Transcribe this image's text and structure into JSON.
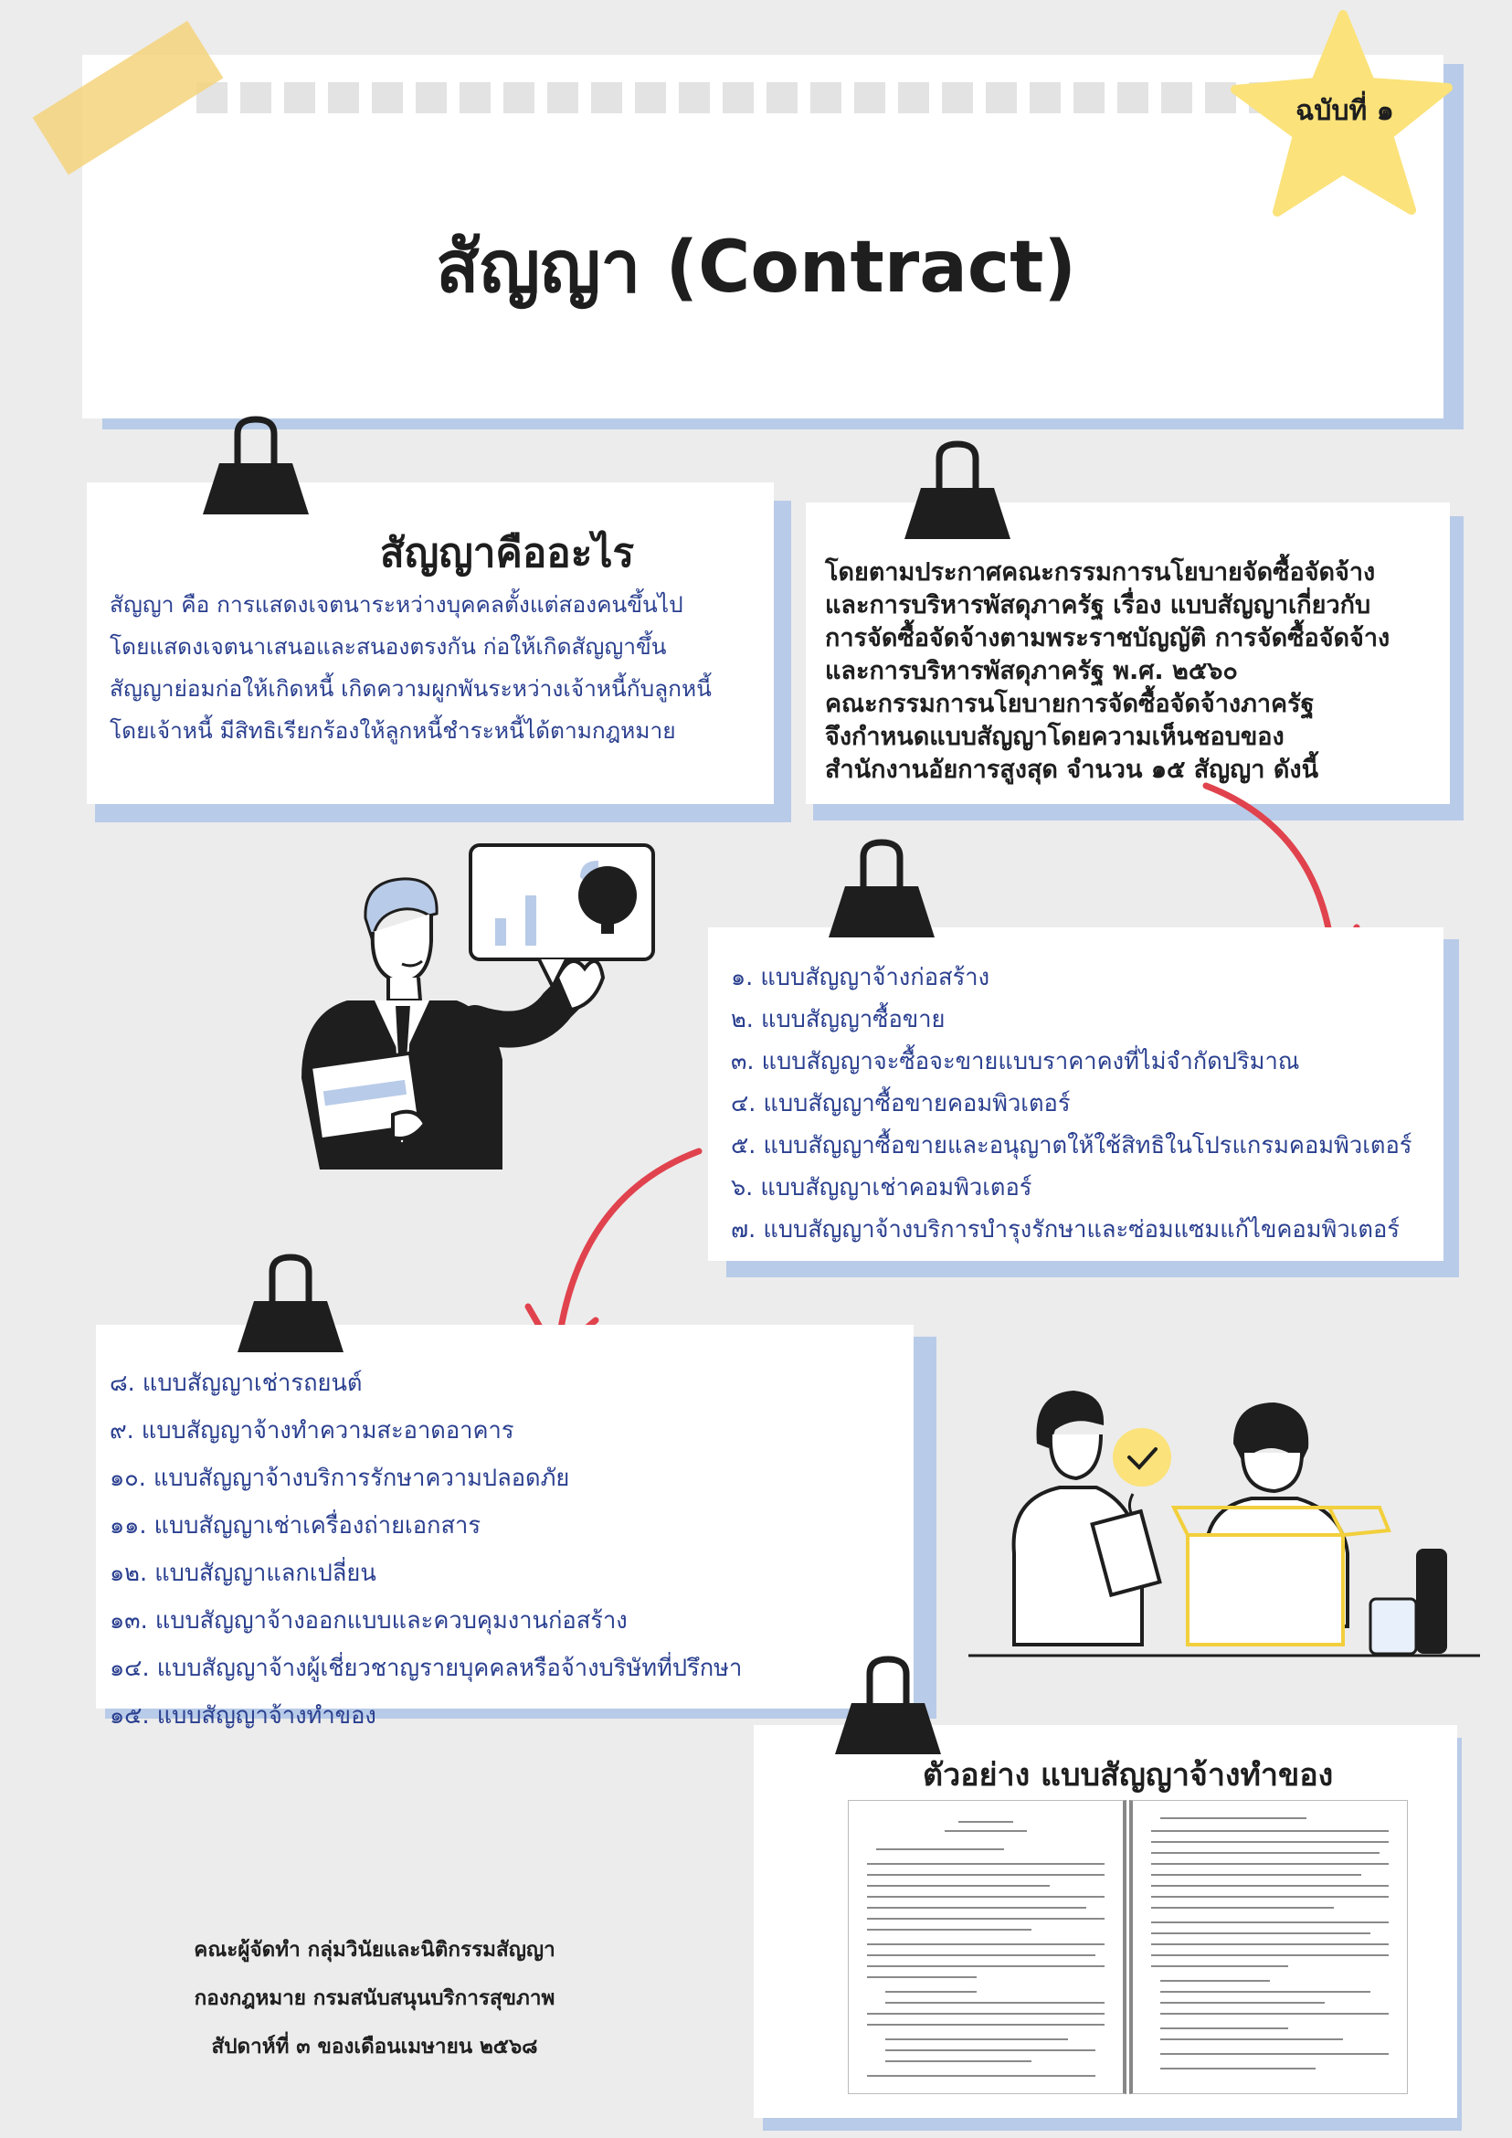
{
  "header": {
    "issue_badge": "ฉบับที่ ๑",
    "title": "สัญญา (Contract)"
  },
  "definition": {
    "heading": "สัญญาคืออะไร",
    "lines": [
      "สัญญา คือ การแสดงเจตนาระหว่างบุคคลตั้งแต่สองคนขึ้นไป",
      "โดยแสดงเจตนาเสนอและสนองตรงกัน ก่อให้เกิดสัญญาขึ้น",
      "สัญญาย่อมก่อให้เกิดหนี้ เกิดความผูกพันระหว่างเจ้าหนี้กับลูกหนี้",
      "โดยเจ้าหนี้ มีสิทธิเรียกร้องให้ลูกหนี้ชำระหนี้ได้ตามกฎหมาย"
    ]
  },
  "notice": {
    "lines": [
      "โดยตามประกาศคณะกรรมการนโยบายจัดซื้อจัดจ้าง",
      "และการบริหารพัสดุภาครัฐ เรื่อง แบบสัญญาเกี่ยวกับ",
      "การจัดซื้อจัดจ้างตามพระราชบัญญัติ การจัดซื้อจัดจ้าง",
      "และการบริหารพัสดุภาครัฐ พ.ศ. ๒๕๖๐",
      "คณะกรรมการนโยบายการจัดซื้อจัดจ้างภาครัฐ",
      "จึงกำหนดแบบสัญญาโดยความเห็นชอบของ",
      "สำนักงานอัยการสูงสุด จำนวน ๑๕ สัญญา ดังนี้"
    ]
  },
  "contracts_part1": [
    "๑. แบบสัญญาจ้างก่อสร้าง",
    "๒. แบบสัญญาซื้อขาย",
    "๓. แบบสัญญาจะซื้อจะขายแบบราคาคงที่ไม่จำกัดปริมาณ",
    "๔. แบบสัญญาซื้อขายคอมพิวเตอร์",
    "๕. แบบสัญญาซื้อขายและอนุญาตให้ใช้สิทธิในโปรแกรมคอมพิวเตอร์",
    "๖. แบบสัญญาเช่าคอมพิวเตอร์",
    "๗. แบบสัญญาจ้างบริการบำรุงรักษาและซ่อมแซมแก้ไขคอมพิวเตอร์"
  ],
  "contracts_part2": [
    "๘. แบบสัญญาเช่ารถยนต์",
    "๙. แบบสัญญาจ้างทำความสะอาดอาคาร",
    "๑๐. แบบสัญญาจ้างบริการรักษาความปลอดภัย",
    "๑๑. แบบสัญญาเช่าเครื่องถ่ายเอกสาร",
    "๑๒. แบบสัญญาแลกเปลี่ยน",
    "๑๓. แบบสัญญาจ้างออกแบบและควบคุมงานก่อสร้าง",
    "๑๔. แบบสัญญาจ้างผู้เชี่ยวชาญรายบุคคลหรือจ้างบริษัทที่ปรึกษา",
    "๑๕. แบบสัญญาจ้างทำของ"
  ],
  "sample": {
    "title": "ตัวอย่าง แบบสัญญาจ้างทำของ"
  },
  "footer": {
    "lines": [
      "คณะผู้จัดทำ กลุ่มวินัยและนิติกรรมสัญญา",
      "กองกฎหมาย กรมสนับสนุนบริการสุขภาพ",
      "สัปดาห์ที่ ๓ ของเดือนเมษายน ๒๕๖๘"
    ]
  },
  "colors": {
    "background": "#ececec",
    "card": "#ffffff",
    "card_shadow": "#b8cbe8",
    "text_blue": "#2a3f8f",
    "arrow_red": "#e0434d",
    "star_yellow": "#fbe27a",
    "tape_yellow": "#f4d37c"
  },
  "icons": [
    "binder-clip-icon",
    "star-badge-icon",
    "curved-arrow-icon",
    "businessman-illustration",
    "coworkers-illustration",
    "chart-bubble-icon",
    "checkmark-icon"
  ]
}
